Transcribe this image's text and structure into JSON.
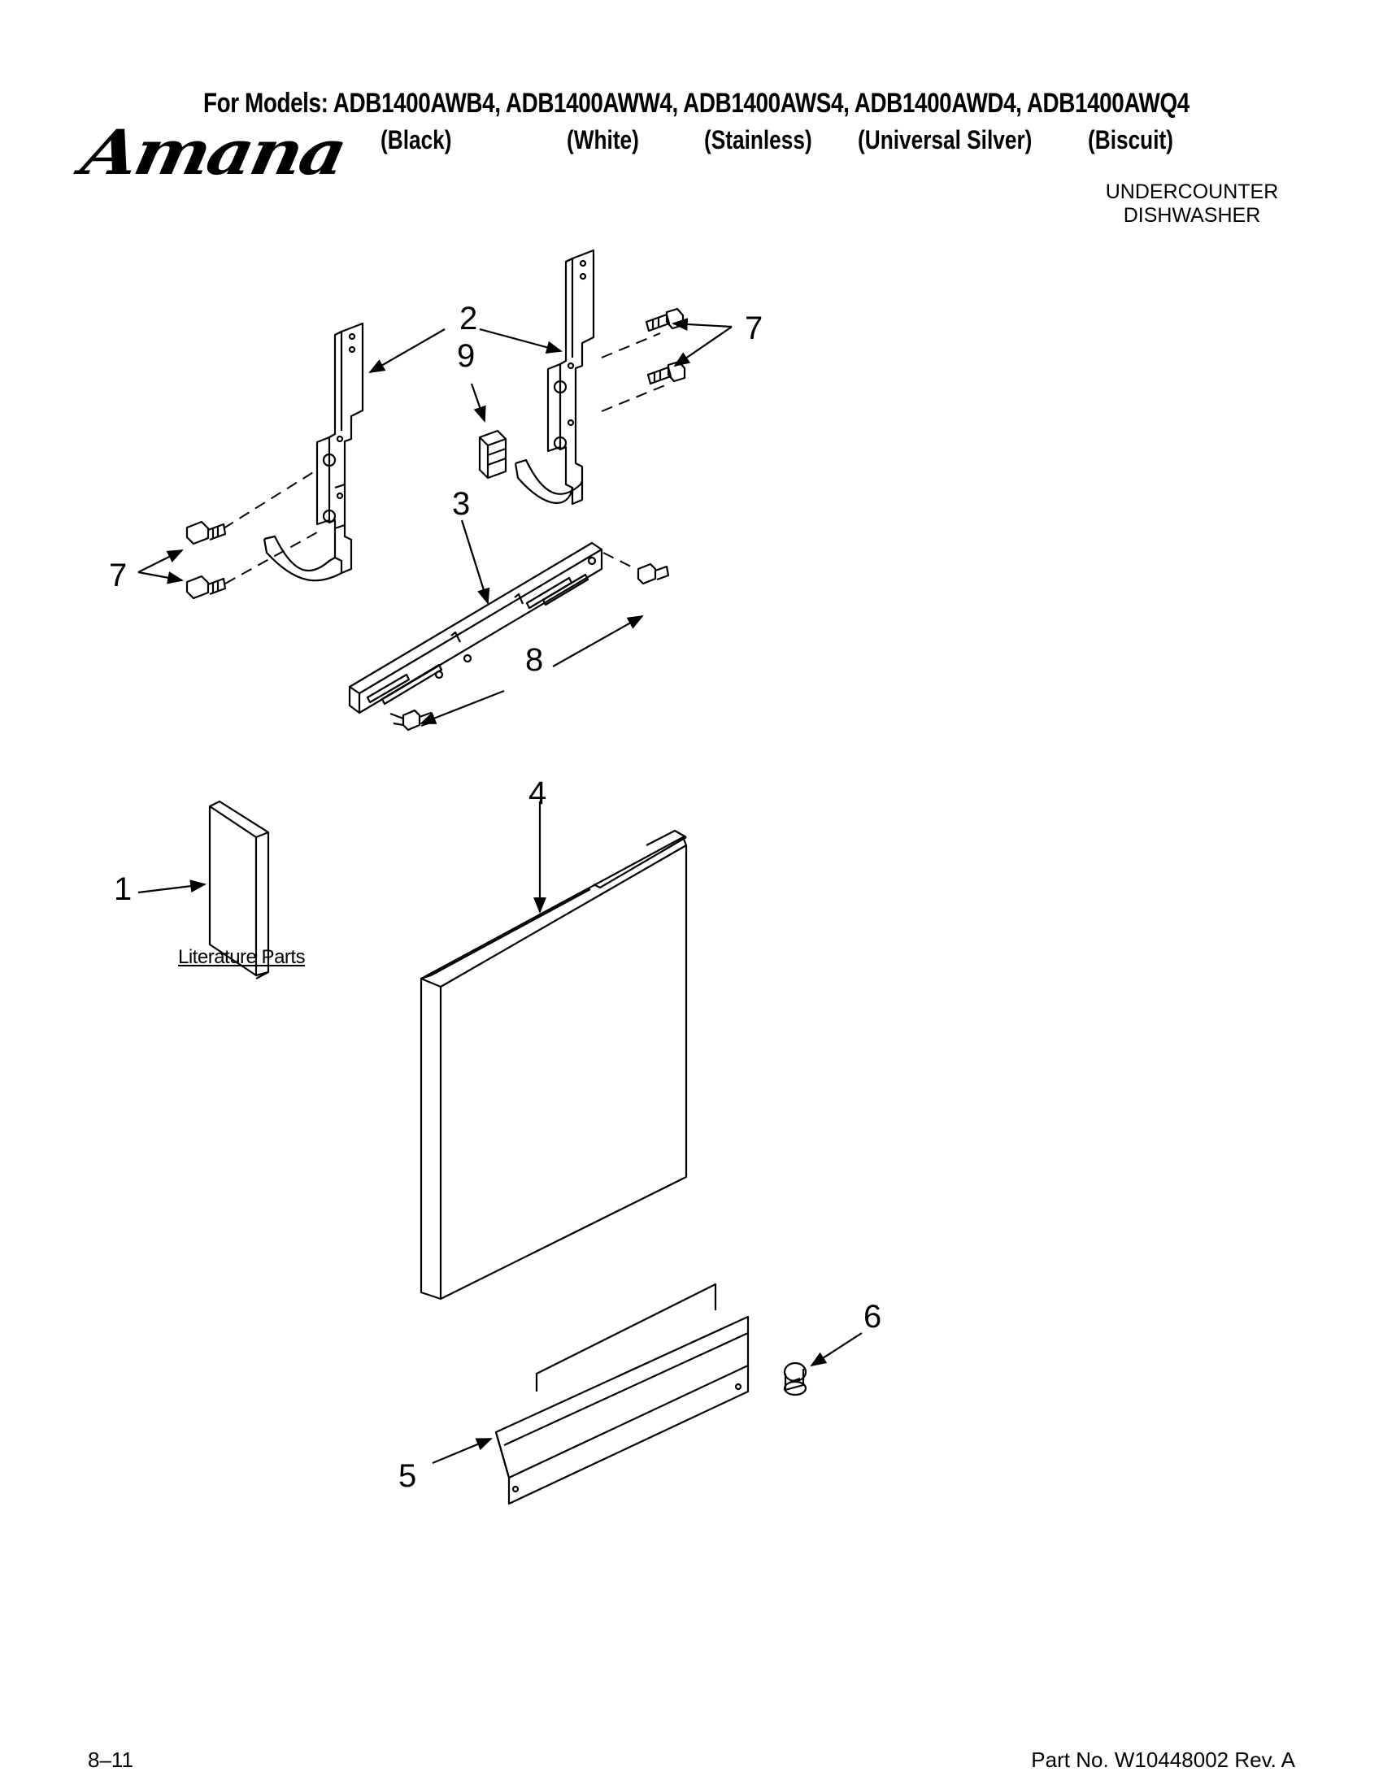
{
  "header": {
    "models_line": "For Models: ADB1400AWB4, ADB1400AWW4, ADB1400AWS4, ADB1400AWD4, ADB1400AWQ4",
    "finishes": [
      "(Black)",
      "(White)",
      "(Stainless)",
      "(Universal Silver)",
      "(Biscuit)"
    ],
    "brand": "Amana",
    "category_line1": "UNDERCOUNTER",
    "category_line2": "DISHWASHER"
  },
  "callouts": {
    "c1": "1",
    "c2": "2",
    "c3": "3",
    "c4": "4",
    "c5": "5",
    "c6": "6",
    "c7_left": "7",
    "c7_right": "7",
    "c8": "8",
    "c9": "9"
  },
  "labels": {
    "literature_parts": "Literature Parts"
  },
  "footer": {
    "page": "8–11",
    "part_no": "Part No. W10448002 Rev. A"
  }
}
